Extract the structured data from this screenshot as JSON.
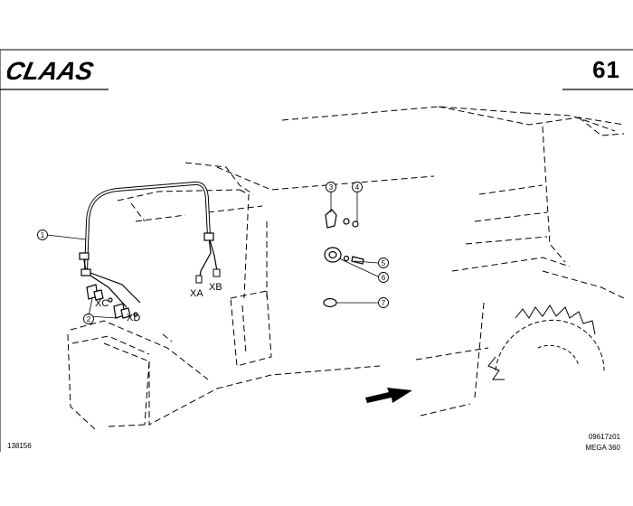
{
  "brand": {
    "logo_text": "CLAAS"
  },
  "page_number": "61",
  "document_number": "138156",
  "drawing_reference": "09617z01",
  "model": "MEGA 360",
  "callouts": [
    "1",
    "2",
    "3",
    "4",
    "5",
    "6",
    "7"
  ],
  "connectors": {
    "xa": "XA",
    "xb": "XB",
    "xc": "XC",
    "xd": "XD"
  }
}
